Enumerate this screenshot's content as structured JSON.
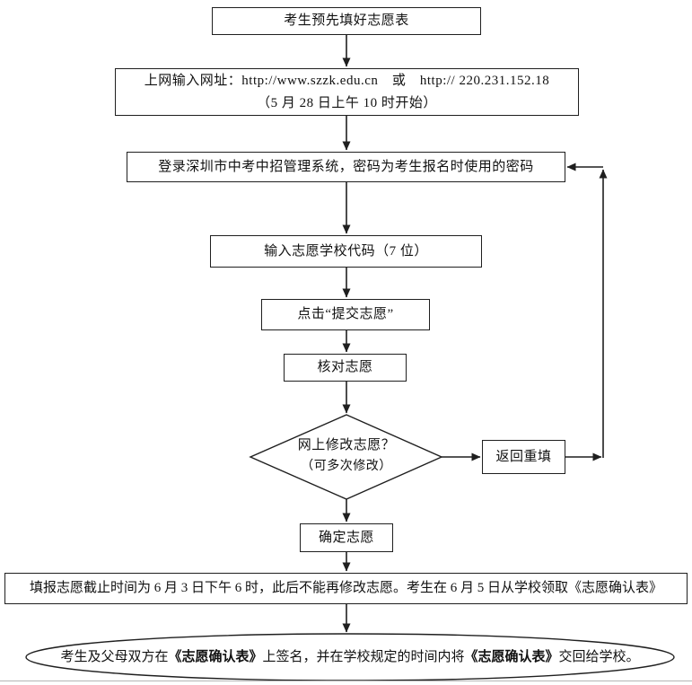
{
  "nodes": {
    "prepare": {
      "text": "考生预先填好志愿表"
    },
    "url": {
      "line1": "上网输入网址：http://www.szzk.edu.cn　或　http:// 220.231.152.18",
      "line2": "（5 月 28 日上午 10 时开始）"
    },
    "login": {
      "text": "登录深圳市中考中招管理系统，密码为考生报名时使用的密码"
    },
    "code": {
      "text": "输入志愿学校代码（7 位）"
    },
    "submit": {
      "text": "点击“提交志愿”"
    },
    "verify": {
      "text": "核对志愿"
    },
    "decision": {
      "line1": "网上修改志愿？",
      "line2": "（可多次修改）"
    },
    "redo": {
      "text": "返回重填"
    },
    "confirm": {
      "text": "确定志愿"
    },
    "deadline": {
      "text": "填报志愿截止时间为 6 月 3 日下午 6 时，此后不能再修改志愿。考生在 6 月 5 日从学校领取《志愿确认表》"
    },
    "sign": {
      "pre": "考生及父母双方在",
      "bold1": "《志愿确认表》",
      "mid": "上签名，并在学校规定的时间内将",
      "bold2": "《志愿确认表》",
      "post": "交回给学校。"
    }
  },
  "colors": {
    "line": "#1f1f1f",
    "background": "#ffffff"
  }
}
